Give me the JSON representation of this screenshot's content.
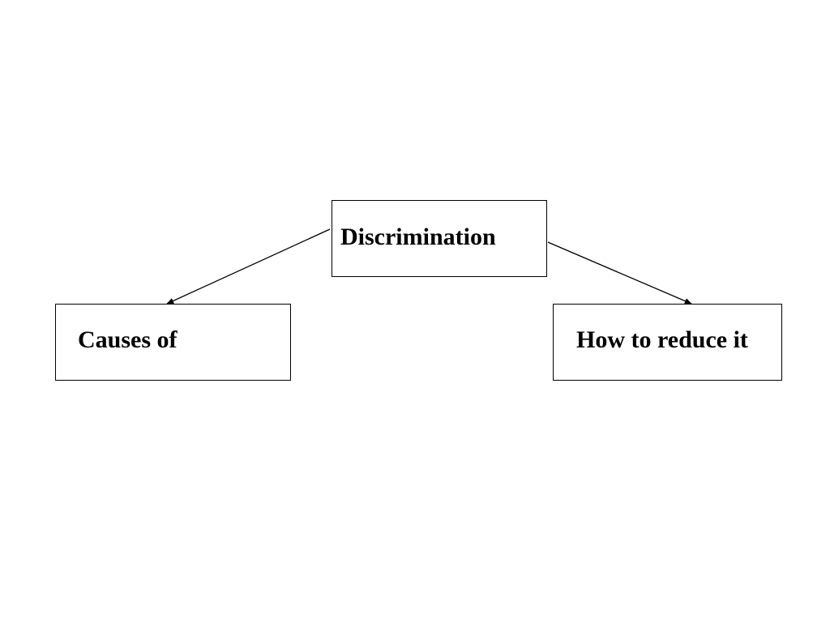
{
  "diagram": {
    "root": {
      "label": "Discrimination"
    },
    "children": [
      {
        "label": "Causes of"
      },
      {
        "label": "How to reduce it"
      }
    ],
    "colors": {
      "stroke": "#000000",
      "fill": "#ffffff",
      "text": "#000000"
    }
  }
}
